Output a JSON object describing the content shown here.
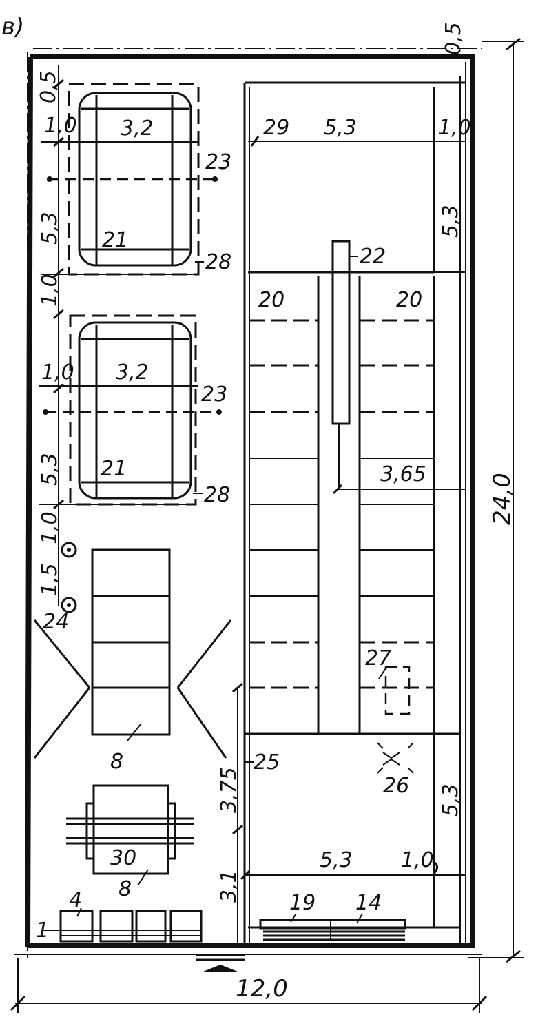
{
  "figure_letter": "в)",
  "dimensions": {
    "overall_width": "12,0",
    "overall_length": "24,0",
    "wall_gap": "0,5",
    "left_top": "0,5",
    "left_offset_1": "1,0",
    "left_depth_1": "5,3",
    "left_gap": "1,0",
    "left_offset_2": "1,0",
    "left_depth_2": "5,3",
    "left_gap_2": "1,0",
    "left_spacing": "1,5",
    "bay_width_1": "3,2",
    "bay_width_2": "3,2",
    "top_bay_width": "5,3",
    "top_right_offset": "1,0",
    "top_right_depth": "5,3",
    "mid_span": "3,65",
    "bottom_depth": "3,75",
    "bottom_right_depth": "5,3",
    "bottom_width": "5,3",
    "bottom_right_offset": "1,0",
    "bottom_strip": "3,1"
  },
  "callouts": {
    "n1": "1",
    "n4": "4",
    "n8a": "8",
    "n8b": "8",
    "n14": "14",
    "n19": "19",
    "n20a": "20",
    "n20b": "20",
    "n21a": "21",
    "n21b": "21",
    "n22": "22",
    "n23a": "23",
    "n23b": "23",
    "n24": "24",
    "n25": "25",
    "n26": "26",
    "n27": "27",
    "n28a": "28",
    "n28b": "28",
    "n29": "29",
    "n30": "30"
  }
}
